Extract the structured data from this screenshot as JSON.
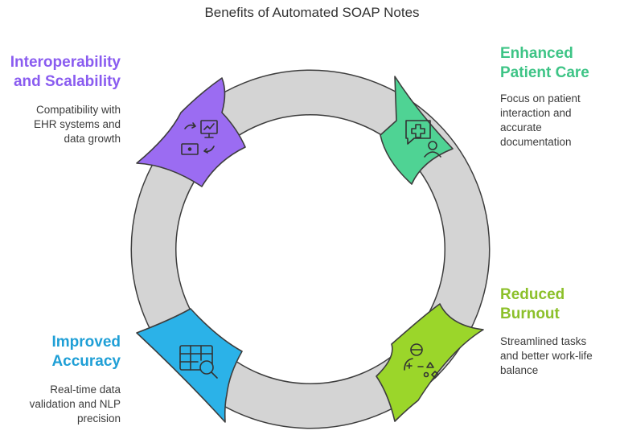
{
  "title": "Benefits of Automated SOAP Notes",
  "colors": {
    "ring": "#d4d4d4",
    "ring_stroke": "#3d3d3d",
    "interoperability": "#9b6cf2",
    "patient_care": "#4fd394",
    "burnout": "#9bd62a",
    "accuracy": "#2bb2e8"
  },
  "items": [
    {
      "key": "patient_care",
      "heading_line1": "Enhanced",
      "heading_line2": "Patient Care",
      "desc_line1": "Focus on patient",
      "desc_line2": "interaction and",
      "desc_line3": "accurate",
      "desc_line4": "documentation",
      "icon": "medical-chat-user-icon"
    },
    {
      "key": "burnout",
      "heading_line1": "Reduced",
      "heading_line2": "Burnout",
      "desc_line1": "Streamlined tasks",
      "desc_line2": "and better work-life",
      "desc_line3": "balance",
      "icon": "person-balance-icon"
    },
    {
      "key": "accuracy",
      "heading_line1": "Improved",
      "heading_line2": "Accuracy",
      "desc_line1": "Real-time data",
      "desc_line2": "validation and NLP",
      "desc_line3": "precision",
      "icon": "table-search-icon"
    },
    {
      "key": "interoperability",
      "heading_line1": "Interoperability",
      "heading_line2": "and Scalability",
      "desc_line1": "Compatibility with",
      "desc_line2": "EHR systems and",
      "desc_line3": "data growth",
      "icon": "system-transfer-icon"
    }
  ]
}
